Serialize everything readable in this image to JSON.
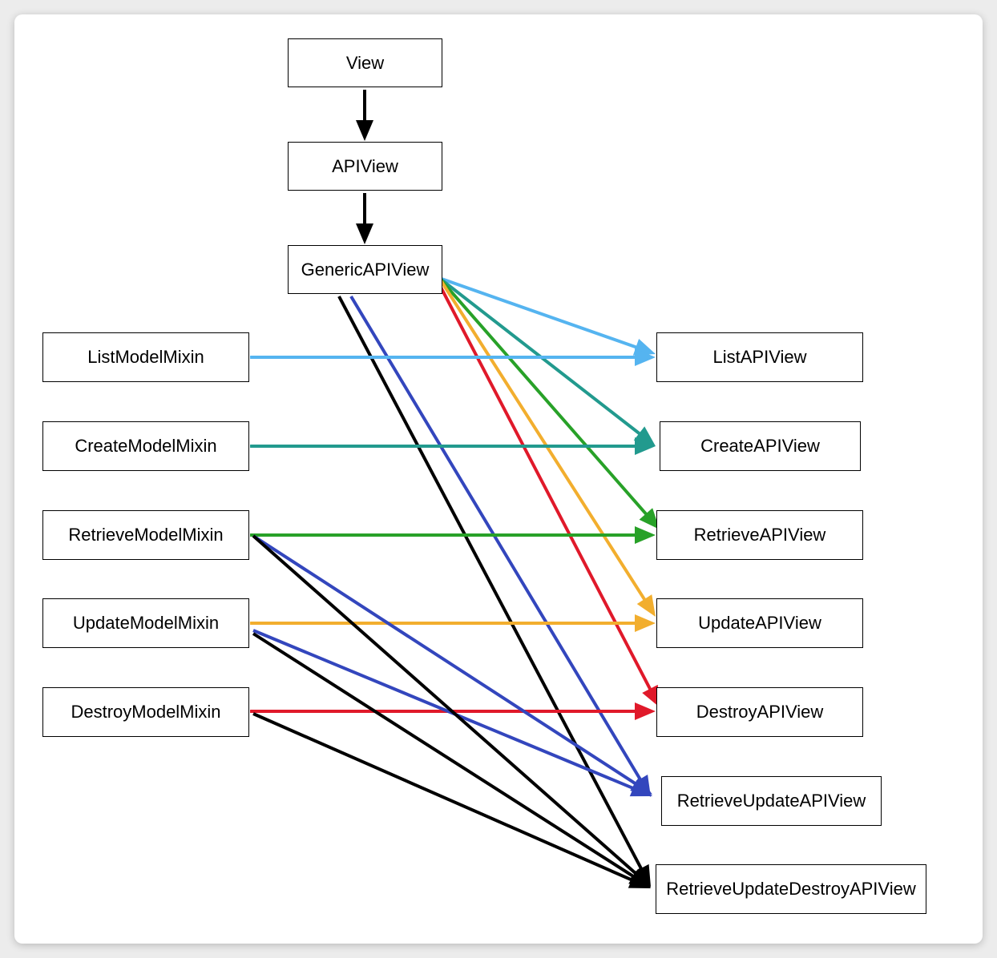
{
  "nodes": {
    "view": "View",
    "apiview": "APIView",
    "generic": "GenericAPIView",
    "list_mixin": "ListModelMixin",
    "create_mixin": "CreateModelMixin",
    "retrieve_mixin": "RetrieveModelMixin",
    "update_mixin": "UpdateModelMixin",
    "destroy_mixin": "DestroyModelMixin",
    "list_view": "ListAPIView",
    "create_view": "CreateAPIView",
    "retrieve_view": "RetrieveAPIView",
    "update_view": "UpdateAPIView",
    "destroy_view": "DestroyAPIView",
    "retrieve_update_view": "RetrieveUpdateAPIView",
    "retrieve_update_destroy_view": "RetrieveUpdateDestroyAPIView"
  },
  "edges": [
    {
      "from": "view",
      "to": "apiview",
      "color": "#000000"
    },
    {
      "from": "apiview",
      "to": "generic",
      "color": "#000000"
    },
    {
      "from": "generic",
      "to": "list_view",
      "color": "#55b4f0"
    },
    {
      "from": "generic",
      "to": "create_view",
      "color": "#229a8e"
    },
    {
      "from": "generic",
      "to": "retrieve_view",
      "color": "#28a128"
    },
    {
      "from": "generic",
      "to": "update_view",
      "color": "#f2ae2e"
    },
    {
      "from": "generic",
      "to": "destroy_view",
      "color": "#e0192a"
    },
    {
      "from": "generic",
      "to": "retrieve_update_view",
      "color": "#3346bd"
    },
    {
      "from": "generic",
      "to": "retrieve_update_destroy_view",
      "color": "#000000"
    },
    {
      "from": "list_mixin",
      "to": "list_view",
      "color": "#55b4f0"
    },
    {
      "from": "create_mixin",
      "to": "create_view",
      "color": "#229a8e"
    },
    {
      "from": "retrieve_mixin",
      "to": "retrieve_view",
      "color": "#28a128"
    },
    {
      "from": "update_mixin",
      "to": "update_view",
      "color": "#f2ae2e"
    },
    {
      "from": "destroy_mixin",
      "to": "destroy_view",
      "color": "#e0192a"
    },
    {
      "from": "retrieve_mixin",
      "to": "retrieve_update_view",
      "color": "#3346bd"
    },
    {
      "from": "update_mixin",
      "to": "retrieve_update_view",
      "color": "#3346bd"
    },
    {
      "from": "retrieve_mixin",
      "to": "retrieve_update_destroy_view",
      "color": "#000000"
    },
    {
      "from": "update_mixin",
      "to": "retrieve_update_destroy_view",
      "color": "#000000"
    },
    {
      "from": "destroy_mixin",
      "to": "retrieve_update_destroy_view",
      "color": "#000000"
    }
  ]
}
